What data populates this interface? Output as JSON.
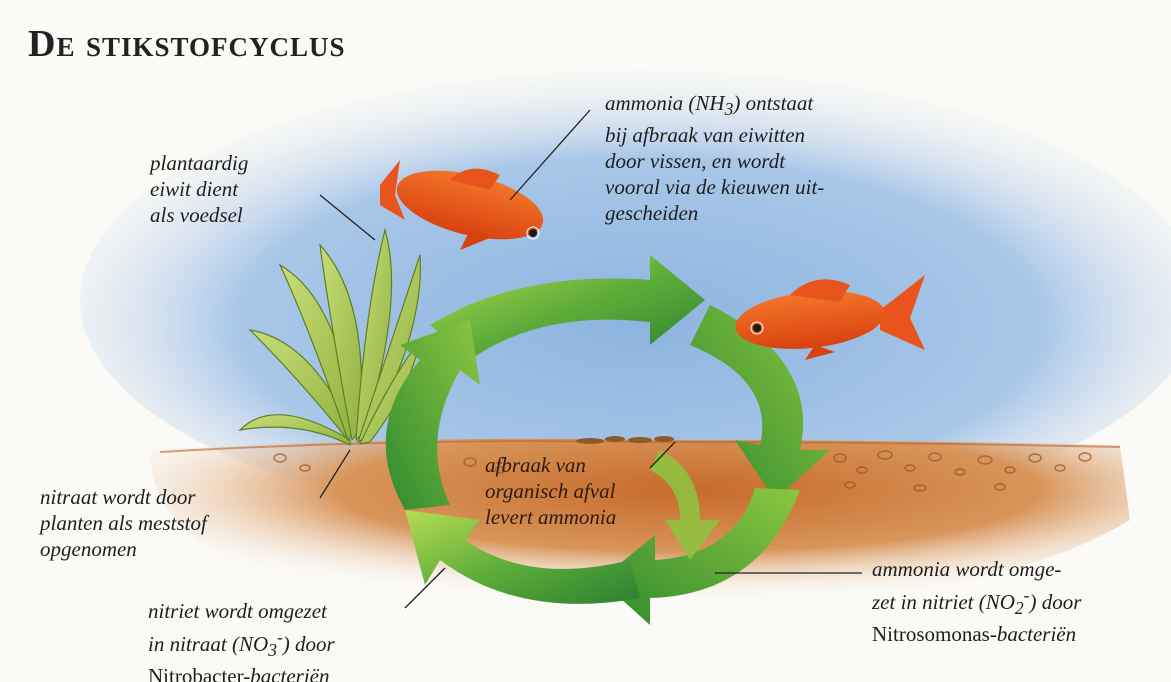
{
  "title": "De stikstofcyclus",
  "labels": {
    "plant": [
      "plantaardig",
      "eiwit dient",
      "als voedsel"
    ],
    "ammonia_fish": [
      "ammonia (NH",
      "3",
      ") ontstaat",
      "bij afbraak van eiwitten",
      "door vissen, en wordt",
      "vooral via de kieuwen uit-",
      "gescheiden"
    ],
    "nitrate_uptake": [
      "nitraat wordt door",
      "planten als meststof",
      "opgenomen"
    ],
    "decay": [
      "afbraak van",
      "organisch afval",
      "levert ammonia"
    ],
    "nitrosomonas": [
      "ammonia wordt omge-",
      "zet in nitriet (NO",
      "2",
      "-",
      ") door",
      "Nitrosomonas-",
      "bacteriën"
    ],
    "nitrobacter": [
      "nitriet wordt omgezet",
      "in nitraat (NO",
      "3",
      "-",
      ") door",
      "Nitrobacter-",
      "bacteriën"
    ]
  },
  "colors": {
    "sky": "#7fa7d6",
    "soil": "#cf7d3f",
    "arrow_dark": "#2f8a2f",
    "arrow_light": "#a9d24a",
    "fish": "#e8541c"
  }
}
